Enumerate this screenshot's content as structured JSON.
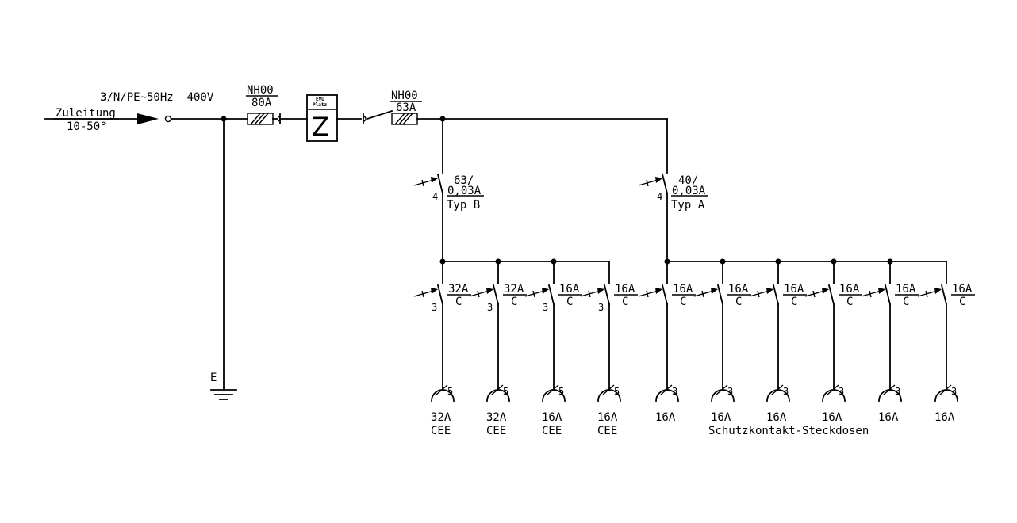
{
  "supply": {
    "name": "Zuleitung",
    "cable": "10-50°",
    "system": "3/N/PE~50Hz  400V"
  },
  "earth": {
    "label": "E"
  },
  "main_fuse": {
    "type": "NH00",
    "rating": "80A"
  },
  "meter": {
    "label_top": "EVU",
    "label_bottom": "Platz",
    "symbol": "Z"
  },
  "second_fuse": {
    "type": "NH00",
    "rating": "63A"
  },
  "rcds": [
    {
      "rating": "63/",
      "sens": "0,03A",
      "type": "Typ B",
      "poles": "4"
    },
    {
      "rating": "40/",
      "sens": "0,03A",
      "type": "Typ A",
      "poles": "4"
    }
  ],
  "breakers": [
    {
      "rating": "32A",
      "curve": "C",
      "poles": "3",
      "socket_poles": "5",
      "socket_rating": "32A",
      "socket_type": "CEE"
    },
    {
      "rating": "32A",
      "curve": "C",
      "poles": "3",
      "socket_poles": "5",
      "socket_rating": "32A",
      "socket_type": "CEE"
    },
    {
      "rating": "16A",
      "curve": "C",
      "poles": "3",
      "socket_poles": "5",
      "socket_rating": "16A",
      "socket_type": "CEE"
    },
    {
      "rating": "16A",
      "curve": "C",
      "poles": "3",
      "socket_poles": "5",
      "socket_rating": "16A",
      "socket_type": "CEE"
    },
    {
      "rating": "16A",
      "curve": "C",
      "poles": "",
      "socket_poles": "3",
      "socket_rating": "16A",
      "socket_type": ""
    },
    {
      "rating": "16A",
      "curve": "C",
      "poles": "",
      "socket_poles": "3",
      "socket_rating": "16A",
      "socket_type": ""
    },
    {
      "rating": "16A",
      "curve": "C",
      "poles": "",
      "socket_poles": "3",
      "socket_rating": "16A",
      "socket_type": ""
    },
    {
      "rating": "16A",
      "curve": "C",
      "poles": "",
      "socket_poles": "3",
      "socket_rating": "16A",
      "socket_type": ""
    },
    {
      "rating": "16A",
      "curve": "C",
      "poles": "",
      "socket_poles": "3",
      "socket_rating": "16A",
      "socket_type": ""
    },
    {
      "rating": "16A",
      "curve": "C",
      "poles": "",
      "socket_poles": "3",
      "socket_rating": "16A",
      "socket_type": ""
    }
  ],
  "schuko_group_label": "Schutzkontakt-Steckdosen"
}
